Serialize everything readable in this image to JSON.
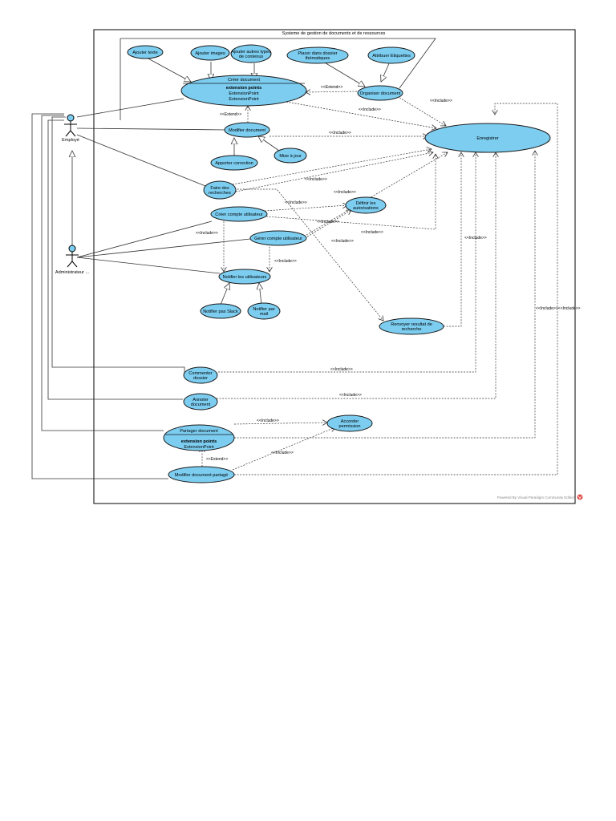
{
  "system": {
    "title": "Systeme de gestion de documents et de ressources",
    "credit": "Powered By Visual Paradigm Community Edition"
  },
  "actors": {
    "employe": "Employé",
    "administrateur": "Administrateur ..."
  },
  "use_cases": {
    "ajouter_texte": [
      "Ajouter texte"
    ],
    "ajouter_images": [
      "Ajouter images"
    ],
    "ajouter_autres": [
      "Ajouter autres types",
      "de contenus"
    ],
    "placer_dossier": [
      "Placer dans dossier",
      "thématiques"
    ],
    "attribuer_etiquettes": [
      "Attribuer Etiquettes"
    ],
    "creer_document": [
      "Créer document"
    ],
    "organiser_document": [
      "Organiser document"
    ],
    "enregistrer": [
      "Enregistrer"
    ],
    "modifier_document": [
      "Modifier document"
    ],
    "apporter_correction": [
      "Apporter correction"
    ],
    "mise_a_jour": [
      "Mise à jour"
    ],
    "faire_recherches": [
      "Faire des",
      "recherches"
    ],
    "creer_compte": [
      "Créer compte utilisateur"
    ],
    "definir_autorisations": [
      "Définir les",
      "autorisations"
    ],
    "gerer_compte": [
      "Gérer compte utilisateur"
    ],
    "notifier_utilisateurs": [
      "Notifier les utilisateurs"
    ],
    "notifier_slack": [
      "Notifier pas Slack"
    ],
    "notifier_mail": [
      "Notifier par",
      "mail"
    ],
    "renvoyer_resultat": [
      "Renvoyer resultat de",
      "recherche"
    ],
    "commenter_dossier": [
      "Commenter",
      "dossier"
    ],
    "annoter_document": [
      "Annoter",
      "document"
    ],
    "partager_document": [
      "Partager document"
    ],
    "accorder_permission": [
      "Accorder",
      "permission"
    ],
    "modifier_partage": [
      "Modifier document partagé"
    ]
  },
  "extension_points": {
    "heading": "extension points",
    "creer_document": [
      "ExtensionPoint",
      "ExtensionPoint"
    ],
    "partager_document": [
      "ExtensionPoint"
    ]
  },
  "stereotypes": {
    "include": "<<Include>>",
    "extend": "<<Extend>>",
    "includes_double": "<<Include>><<Include>>"
  }
}
